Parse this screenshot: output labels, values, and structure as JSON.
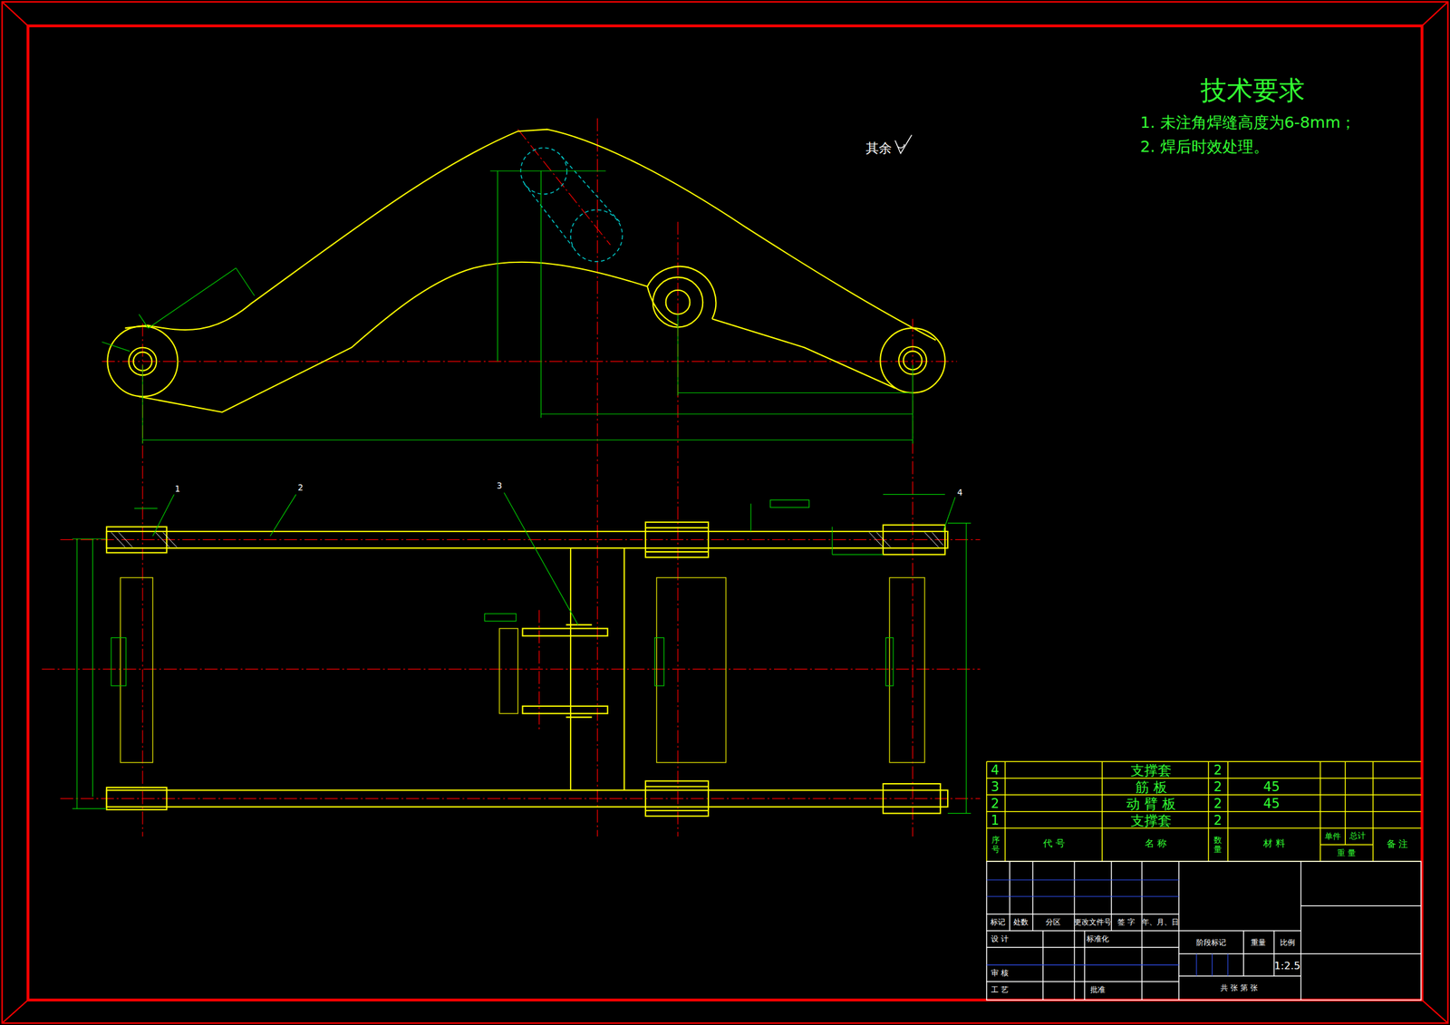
{
  "diagram": {
    "title": "技术要求",
    "labels": [
      "1. 未注角焊缝高度为6-8mm；",
      "2. 焊后时效处理。",
      "其余",
      "1",
      "2",
      "3",
      "4",
      "4",
      "支撑套",
      "2",
      "3",
      "筋 板",
      "2",
      "45",
      "2",
      "动 臂 板",
      "2",
      "45",
      "1",
      "支撑套",
      "2",
      "序号",
      "代 号",
      "名 称",
      "数量",
      "材 料",
      "单件",
      "总计",
      "重 量",
      "备 注",
      "标记",
      "处数",
      "分区",
      "更改文件号",
      "签 字",
      "年、月、日",
      "设 计",
      "标准化",
      "审 核",
      "工 艺",
      "批准",
      "阶段标记",
      "重量",
      "比例",
      "1:2.5",
      "共 张 第 张"
    ]
  }
}
